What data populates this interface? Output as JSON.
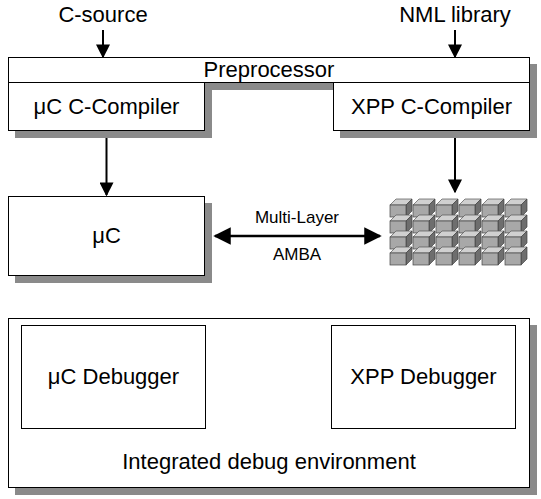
{
  "diagram": {
    "nodes": [
      {
        "text": [
          "Preprocessor"
        ]
      },
      {
        "text": [
          "μC C-Compiler"
        ]
      },
      {
        "text": [
          "XPP C-Compiler"
        ]
      },
      {
        "text": [
          "μC"
        ]
      },
      {
        "text": [
          "Integrated debug environment"
        ]
      },
      {
        "text": [
          "μC Debugger"
        ],
        "in": 4
      },
      {
        "text": [
          "XPP Debugger"
        ],
        "in": 4
      }
    ],
    "edges": [
      {
        "from": 1,
        "to": 3,
        "arrow": "to"
      }
    ],
    "labels": [
      "C-source",
      "NML library",
      "Multi-Layer",
      "AMBA"
    ]
  }
}
